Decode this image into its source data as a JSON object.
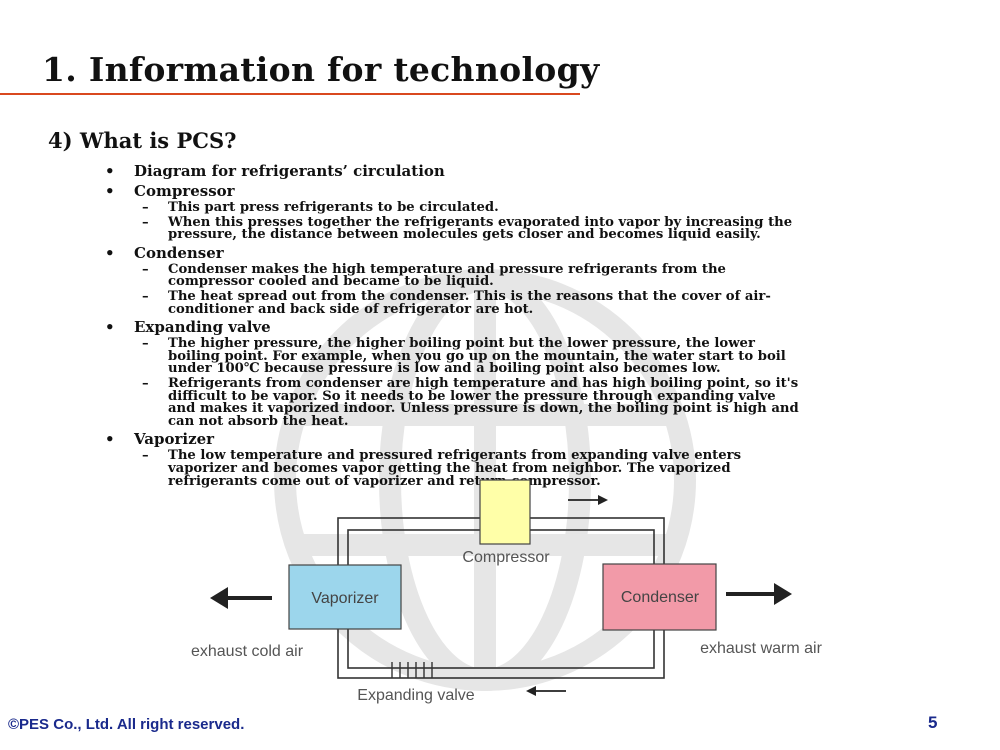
{
  "header": {
    "title": "1. Information for technology",
    "subtitle": "4) What is PCS?"
  },
  "sections": [
    {
      "heading": "Diagram for refrigerants’ circulation",
      "items": []
    },
    {
      "heading": "Compressor",
      "items": [
        "This part press refrigerants to be circulated.",
        "When this presses together the refrigerants evaporated into vapor by increasing the pressure, the distance between molecules gets closer and becomes liquid easily."
      ]
    },
    {
      "heading": "Condenser",
      "items": [
        "Condenser makes the high temperature and pressure refrigerants from the compressor cooled and became to be liquid.",
        "The heat spread out from the condenser. This is the reasons that the cover of air-conditioner and back side of refrigerator are hot."
      ]
    },
    {
      "heading": "Expanding valve",
      "items": [
        "The higher pressure, the higher boiling point but the lower pressure, the lower boiling point. For example, when you go up on the mountain, the water start to boil under 100℃ because pressure is low and a boiling point also becomes low.",
        "Refrigerants from condenser are high temperature and has high boiling point, so it's difficult to be vapor. So it needs to be lower the pressure through expanding valve and makes it vaporized indoor. Unless pressure is down, the boiling point is high and can not absorb the heat."
      ]
    },
    {
      "heading": "Vaporizer",
      "items": [
        "The low temperature and pressured refrigerants from expanding valve enters vaporizer and becomes vapor getting the heat from neighbor. The vaporized refrigerants come out of vaporizer and return compressor."
      ]
    }
  ],
  "diagram": {
    "compressor_label": "Compressor",
    "vaporizer_label": "Vaporizer",
    "condenser_label": "Condenser",
    "expanding_valve_label": "Expanding valve",
    "exhaust_cold_label": "exhaust cold air",
    "exhaust_warm_label": "exhaust warm air",
    "colors": {
      "compressor": "#ffffa8",
      "vaporizer": "#9cd6ec",
      "condenser": "#f29aa8",
      "label_text": "#555555",
      "pipe": "#333333"
    }
  },
  "footer": {
    "copyright": "©PES Co., Ltd. All right reserved.",
    "page_number": "5"
  },
  "accent_color": "#d9481f",
  "footer_color": "#1a2a8c"
}
